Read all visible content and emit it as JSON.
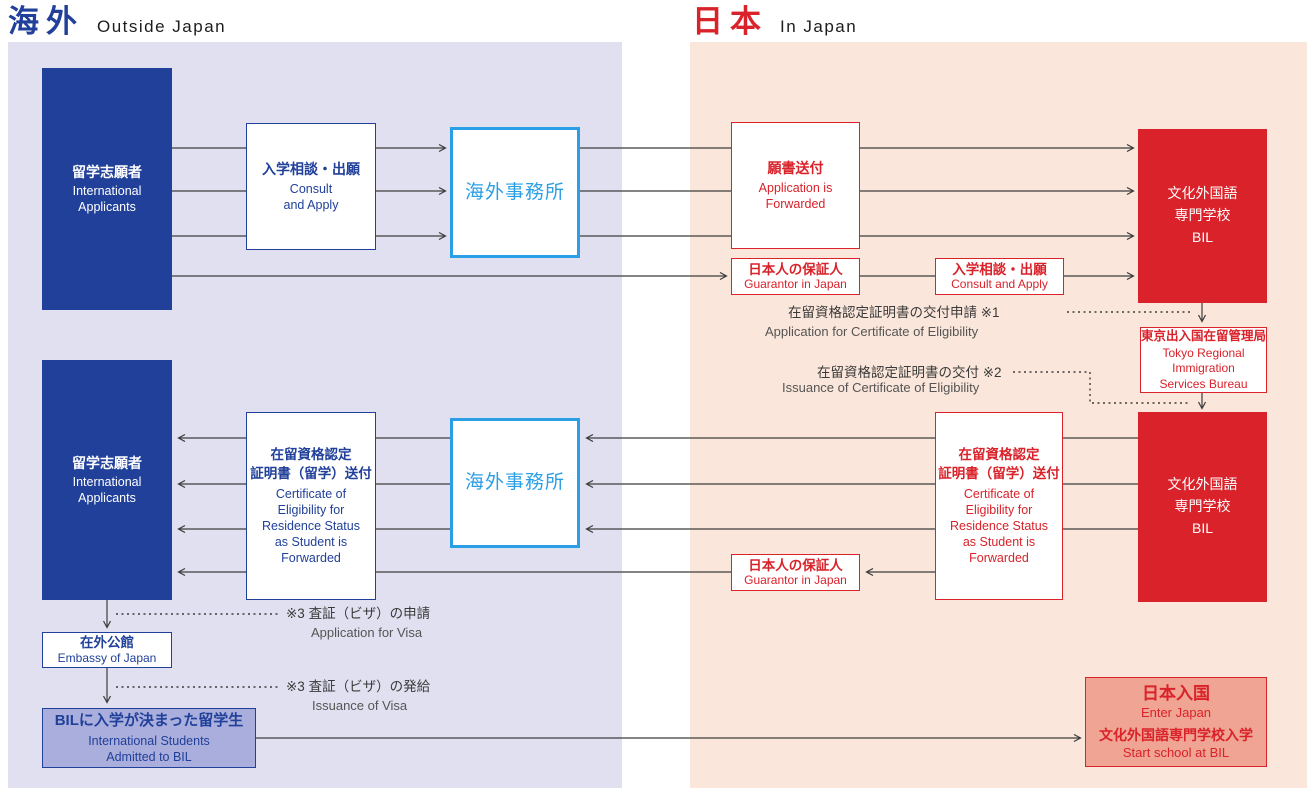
{
  "header": {
    "left": {
      "jp": "海外",
      "en": "Outside Japan"
    },
    "right": {
      "jp": "日本",
      "en": "In Japan"
    }
  },
  "colors": {
    "blue": "#21409A",
    "red": "#D9222A",
    "office_blue": "#2B9FE5",
    "panel_left_bg": "#E0E0F0",
    "panel_right_bg": "#FAE6DA",
    "admitted_bg": "#A9AEDC",
    "enter_japan_bg": "#F0A493",
    "line": "#3C3C3C"
  },
  "boxes": {
    "intl_applicants": {
      "jp": "留学志願者",
      "en": [
        "International",
        "Applicants"
      ]
    },
    "consult_left": {
      "jp": "入学相談・出願",
      "en": [
        "Consult",
        "and Apply"
      ]
    },
    "overseas_office": {
      "jp": "海外事務所"
    },
    "application_forwarded": {
      "jp": "願書送付",
      "en": [
        "Application is",
        "Forwarded"
      ]
    },
    "guarantor": {
      "jp": "日本人の保証人",
      "en": "Guarantor in Japan"
    },
    "consult_right": {
      "jp": "入学相談・出願",
      "en": "Consult and Apply"
    },
    "bil": {
      "jp": [
        "文化外国語",
        "専門学校",
        "BIL"
      ]
    },
    "bureau": {
      "jp": "東京出入国在留管理局",
      "en": [
        "Tokyo Regional",
        "Immigration",
        "Services Bureau"
      ]
    },
    "certificate": {
      "jp": [
        "在留資格認定",
        "証明書（留学）送付"
      ],
      "en": [
        "Certificate of",
        "Eligibility for",
        "Residence Status",
        "as Student is",
        "Forwarded"
      ]
    },
    "embassy": {
      "jp": "在外公館",
      "en": "Embassy of Japan"
    },
    "admitted": {
      "jp": "BILに入学が決まった留学生",
      "en": [
        "International Students",
        "Admitted to BIL"
      ]
    },
    "enter_japan": {
      "jp1": "日本入国",
      "en1": "Enter Japan",
      "jp2": "文化外国語専門学校入学",
      "en2": "Start school at BIL"
    }
  },
  "annotations": {
    "coe_application": {
      "jp": "在留資格認定証明書の交付申請 ※1",
      "en": "Application for Certificate of Eligibility"
    },
    "coe_issuance": {
      "jp": "在留資格認定証明書の交付 ※2",
      "en": "Issuance of Certificate of Eligibility"
    },
    "visa_application": {
      "jp": "※3 査証（ビザ）の申請",
      "en": "Application for Visa"
    },
    "visa_issuance": {
      "jp": "※3 査証（ビザ）の発給",
      "en": "Issuance of Visa"
    }
  }
}
